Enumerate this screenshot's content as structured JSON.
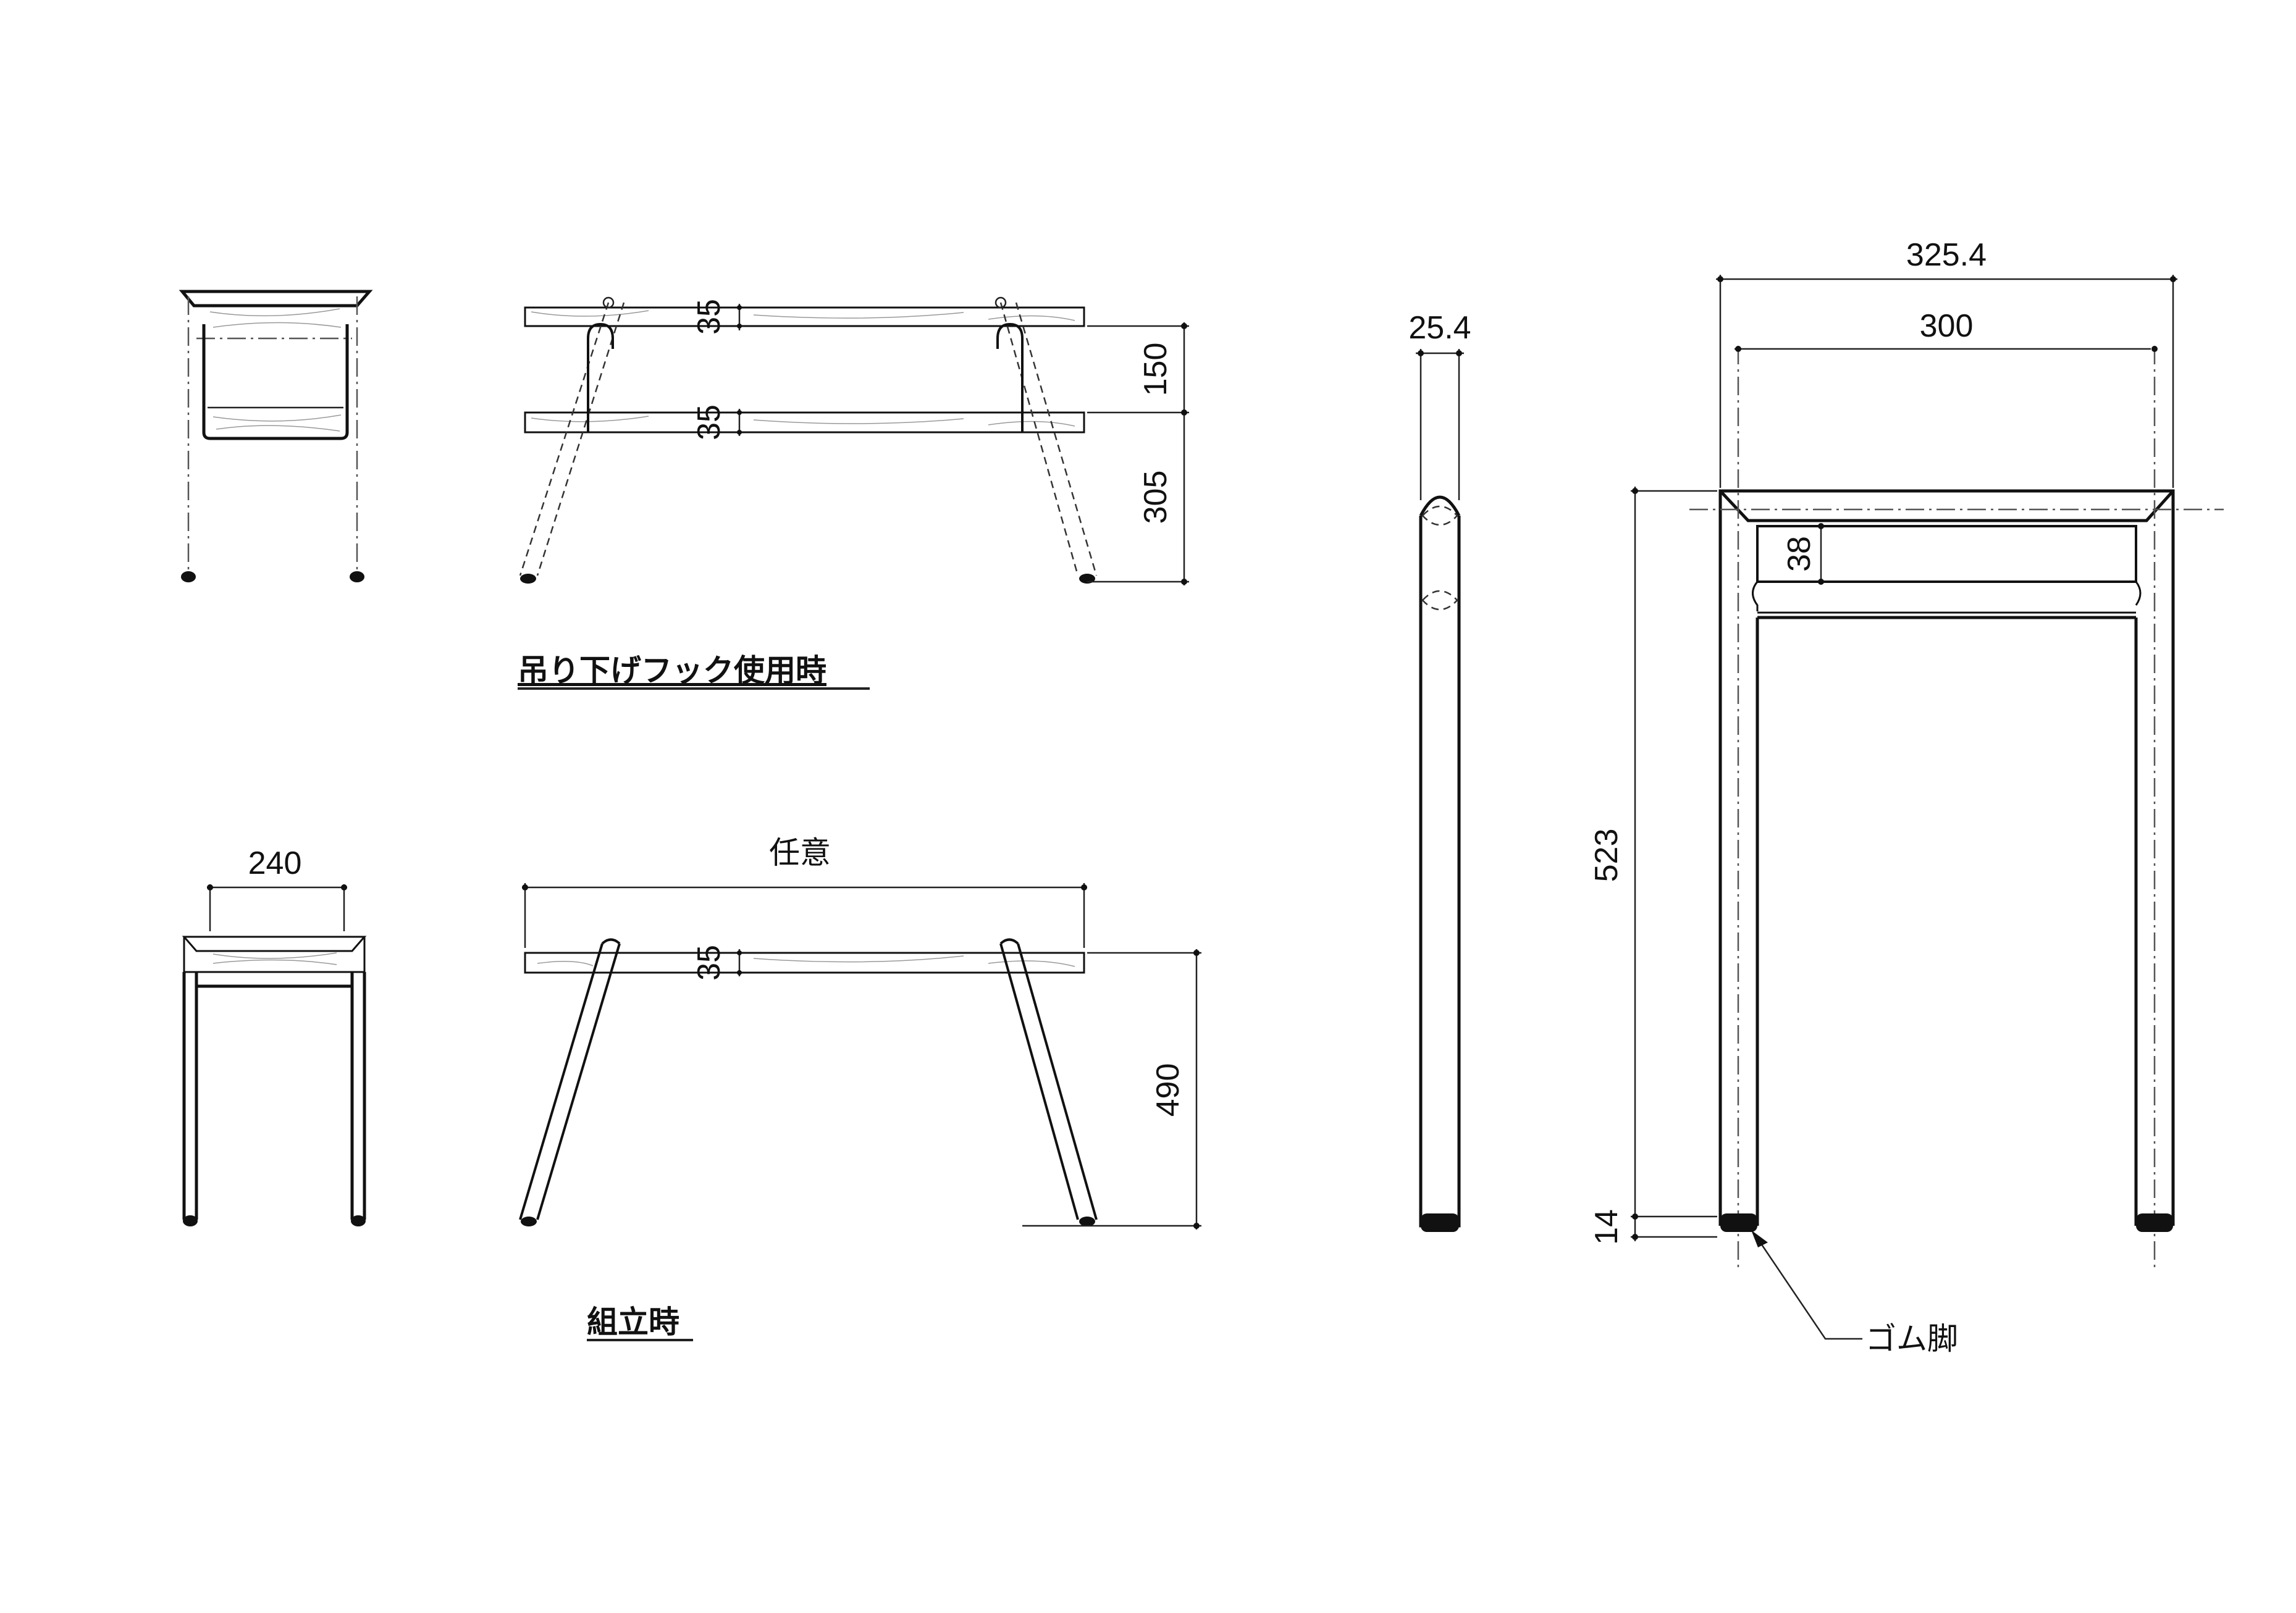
{
  "titles": {
    "hanging": "吊り下げフック使用時",
    "assembled": "組立時"
  },
  "dimensions": {
    "hook_board_top": "35",
    "hook_board_bottom": "35",
    "hook_spacing": "150",
    "hook_leg": "305",
    "assembled_width": "240",
    "assembled_length": "任意",
    "assembled_board": "35",
    "assembled_height": "490",
    "pipe_diameter": "25.4",
    "frame_outer_width": "325.4",
    "frame_inner_width": "300",
    "frame_height": "523",
    "foot_height": "14",
    "board_thickness": "38"
  },
  "notes": {
    "rubber_foot": "ゴム脚"
  }
}
